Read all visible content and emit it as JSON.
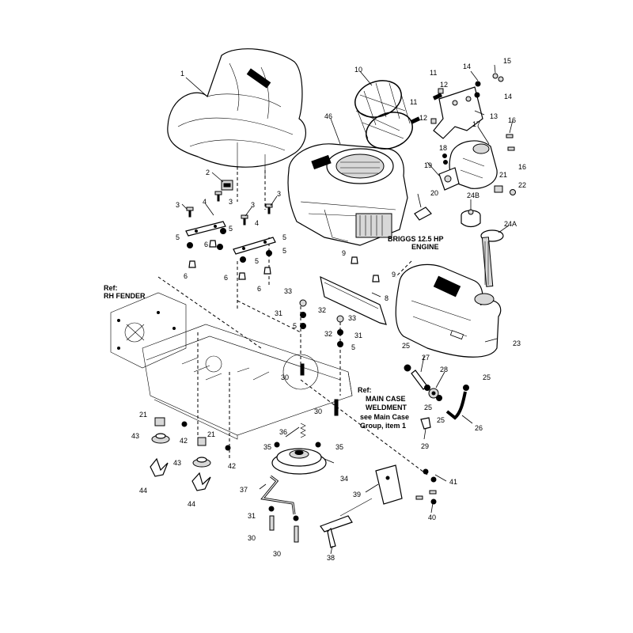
{
  "callouts": {
    "c1": "1",
    "c2": "2",
    "c3a": "3",
    "c3b": "3",
    "c3c": "3",
    "c3d": "3",
    "c4a": "4",
    "c4b": "4",
    "c5a": "5",
    "c5b": "5",
    "c5c": "5",
    "c5d": "5",
    "c5e": "5",
    "c5f": "5",
    "c5g": "5",
    "c6a": "6",
    "c6b": "6",
    "c6c": "6",
    "c6d": "6",
    "c8": "8",
    "c9a": "9",
    "c9b": "9",
    "c10": "10",
    "c11a": "11",
    "c11b": "11",
    "c12a": "12",
    "c12b": "12",
    "c13": "13",
    "c14a": "14",
    "c14b": "14",
    "c15": "15",
    "c16a": "16",
    "c16b": "16",
    "c17": "17",
    "c18": "18",
    "c19": "19",
    "c20": "20",
    "c21a": "21",
    "c21b": "21",
    "c21c": "21",
    "c22": "22",
    "c23": "23",
    "c24a": "24A",
    "c24b": "24B",
    "c25a": "25",
    "c25b": "25",
    "c25c": "25",
    "c25d": "25",
    "c26": "26",
    "c27": "27",
    "c28": "28",
    "c29": "29",
    "c30a": "30",
    "c30b": "30",
    "c30c": "30",
    "c30d": "30",
    "c31a": "31",
    "c31b": "31",
    "c31c": "31",
    "c32a": "32",
    "c32b": "32",
    "c33a": "33",
    "c33b": "33",
    "c34": "34",
    "c35a": "35",
    "c35b": "35",
    "c36": "36",
    "c37": "37",
    "c38": "38",
    "c39": "39",
    "c40": "40",
    "c41": "41",
    "c42a": "42",
    "c42b": "42",
    "c43a": "43",
    "c43b": "43",
    "c44a": "44",
    "c44b": "44",
    "c46": "46"
  },
  "notes": {
    "rh_fender_line1": "Ref:",
    "rh_fender_line2": "RH FENDER",
    "engine_line1": "BRIGGS 12.5 HP",
    "engine_line2": "ENGINE",
    "main_case_line1": "Ref:",
    "main_case_line2": "MAIN CASE",
    "main_case_line3": "WELDMENT",
    "main_case_line4": "see Main Case",
    "main_case_line5": "Group, item 1"
  }
}
